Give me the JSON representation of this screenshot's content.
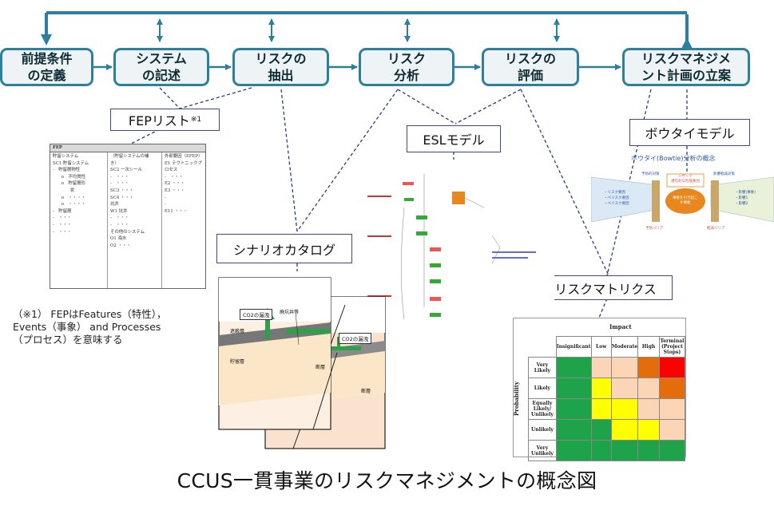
{
  "colors": {
    "step_border": "#2d7fa0",
    "step_fill": "#eef4f6",
    "arrow": "#2d7fa0",
    "dashed": "#2b3a8a",
    "matrix_green": "#1ea24a",
    "matrix_yellow": "#ffff00",
    "matrix_light": "#fbd5b5",
    "matrix_orange": "#e46c0a",
    "matrix_red": "#ff0000"
  },
  "steps": [
    {
      "label": "前提条件\nの定義"
    },
    {
      "label": "システム\nの記述"
    },
    {
      "label": "リスクの\n抽出"
    },
    {
      "label": "リスク\n分析"
    },
    {
      "label": "リスクの\n評価"
    },
    {
      "label": "リスクマネジメ\nント計画の立案"
    }
  ],
  "callouts": {
    "fep": "FEPリスト",
    "fep_sup": "※1",
    "esl": "ESLモデル",
    "bowtie": "ボウタイモデル",
    "scenario": "シナリオカタログ",
    "matrix": "リスクマトリクス"
  },
  "fep_table": {
    "header": "FEP",
    "col1": [
      "貯留システム",
      "SC1 貯留システム",
      "-　貯留層物性",
      "　　o　不均質性",
      "　　o　貯留層形",
      "　　　　状",
      "　　o　・・・・",
      "　　o　・・・・",
      "-　貯留層",
      "-　・・・",
      "-　・・・",
      "-　・・・"
    ],
    "col2": [
      "（貯留システムの補",
      "き）",
      "SC2 一次シール",
      "-　・・・",
      "-　・・・",
      "",
      "SC3 ・・・",
      "SC4 ・・・",
      "",
      "坑井",
      "W1 坑井",
      "-　・・・",
      "-　・・・",
      "",
      "その他のシステム",
      "O1 海水",
      "O2 ・・・"
    ],
    "col3": [
      "外部要因（EFEP）",
      "E1 テクトニックプ",
      "ロセス",
      "-　・・・",
      "E2 ・・・",
      "E3 ・・・",
      "-",
      "-",
      "",
      "E11 ・・・"
    ]
  },
  "footnote": "（※1） FEPはFeatures（特性），\nEvents（事象） and Processes\n（プロセス）を意味する",
  "scenario": {
    "label_leak1": "CO2の漏洩",
    "label_leak2": "CO2の漏洩",
    "label_well": "廃坑井等",
    "label_cap": "遮蔽層",
    "label_reservoir": "貯留層",
    "label_fault1": "断層",
    "label_fault2": "断層"
  },
  "bowtie": {
    "title": "ボウタイ(Bowtie)分析の概念",
    "hazard": "ハザード\n潜在的な危険要因",
    "top_event": "事象を引き起こ\nす事象",
    "left_label": "予防バリア",
    "right_label": "軽減バリア",
    "left_top": "予防的対策",
    "right_top": "影響軽減対策",
    "threats": [
      "・リスク要因",
      "・ベリスク要因",
      "・ベリスク要因"
    ],
    "consequences": [
      "・影響(事象)",
      "・影響1",
      "・影響2"
    ]
  },
  "risk_matrix": {
    "impact_label": "Impact",
    "probability_label": "Probability",
    "columns": [
      "Insignificant",
      "Low",
      "Moderate",
      "High",
      "Terminal (Project Stops)"
    ],
    "rows": [
      {
        "label": "Very Likely",
        "cells": [
          "green",
          "light",
          "light",
          "orange",
          "red"
        ]
      },
      {
        "label": "Likely",
        "cells": [
          "green",
          "yellow",
          "light",
          "light",
          "orange"
        ]
      },
      {
        "label": "Equally Likely/ Unlikely",
        "cells": [
          "green",
          "yellow",
          "yellow",
          "light",
          "light"
        ]
      },
      {
        "label": "Unlikely",
        "cells": [
          "green",
          "green",
          "yellow",
          "yellow",
          "light"
        ]
      },
      {
        "label": "Very Unlikely",
        "cells": [
          "green",
          "green",
          "green",
          "green",
          "green"
        ]
      }
    ]
  },
  "title": "CCUS一貫事業のリスクマネジメントの概念図"
}
